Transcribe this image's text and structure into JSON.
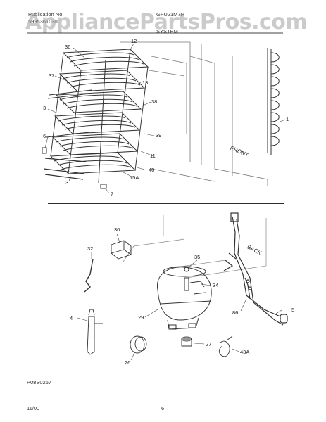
{
  "header": {
    "publication_label": "Publication No.",
    "publication_value": "5995361030",
    "model": "GFU21M7H",
    "section": "SYSTEM"
  },
  "watermark": "AppliancePartsPros.com",
  "top_diagram": {
    "callouts": [
      "36",
      "12",
      "37",
      "13",
      "38",
      "3",
      "6",
      "39",
      "11",
      "40",
      "15A",
      "3",
      "7",
      "1"
    ],
    "front_label": "FRONT"
  },
  "bottom_diagram": {
    "callouts": [
      "30",
      "32",
      "35",
      "34",
      "29",
      "4",
      "26",
      "27",
      "43A",
      "86",
      "5"
    ],
    "back_label": "BACK"
  },
  "footer": {
    "part_code": "P08S0267",
    "date": "11/00",
    "page_number": "6"
  }
}
